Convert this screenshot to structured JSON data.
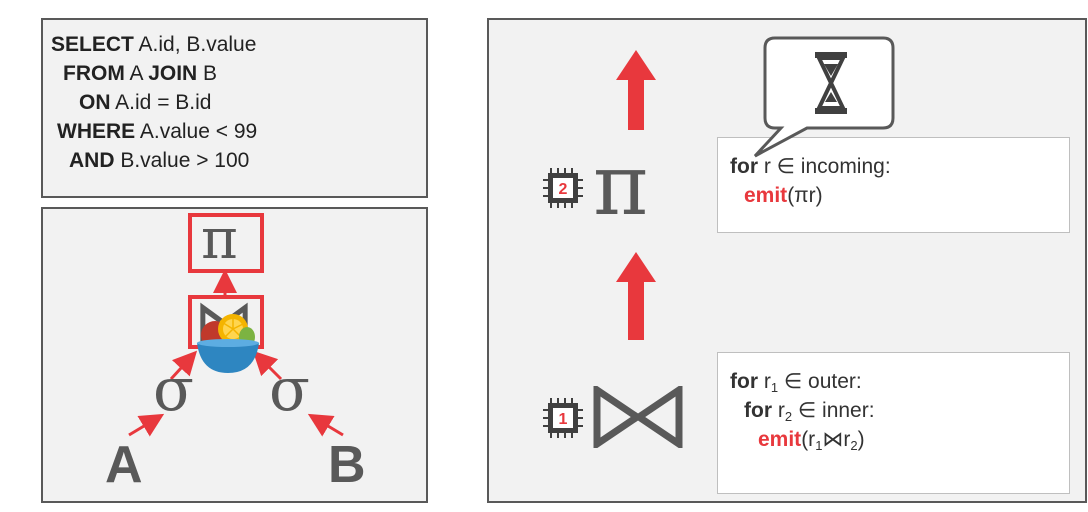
{
  "sql": {
    "line1": {
      "kw": "SELECT",
      "text": " A.id, B.value"
    },
    "line2": {
      "kw": "FROM",
      "text1": " A ",
      "kw2": "JOIN",
      "text2": " B"
    },
    "line3": {
      "kw": "ON",
      "text": " A.id = B.id"
    },
    "line4": {
      "kw": "WHERE",
      "text": " A.value < 99"
    },
    "line5": {
      "kw": "AND",
      "text": " B.value > 100"
    }
  },
  "tree": {
    "projection": "π",
    "join": "⋈",
    "select_left": "σ",
    "select_right": "σ",
    "leaf_left": "A",
    "leaf_right": "B"
  },
  "exec": {
    "top_operator": "π",
    "top_chip_label": "2",
    "bottom_chip_label": "1",
    "projection_code": {
      "l1_kw": "for",
      "l1_text": " r ∈ incoming:",
      "l2_emit": "emit",
      "l2_text": "(πr)"
    },
    "join_code": {
      "l1_kw": "for",
      "l1_var": " r",
      "l1_sub": "1",
      "l1_text": " ∈ outer:",
      "l2_kw": "for",
      "l2_var": " r",
      "l2_sub": "2",
      "l2_text": " ∈ inner:",
      "l3_emit": "emit",
      "l3_open": "(r",
      "l3_sub1": "1",
      "l3_join": "⋈r",
      "l3_sub2": "2",
      "l3_close": ")"
    }
  },
  "colors": {
    "accent": "#e8383d",
    "gray": "#595959",
    "panel": "#f2f2f2"
  },
  "icons": [
    "hourglass-icon",
    "cpu-chip-icon",
    "fruit-bowl-icon",
    "up-arrow-icon"
  ]
}
